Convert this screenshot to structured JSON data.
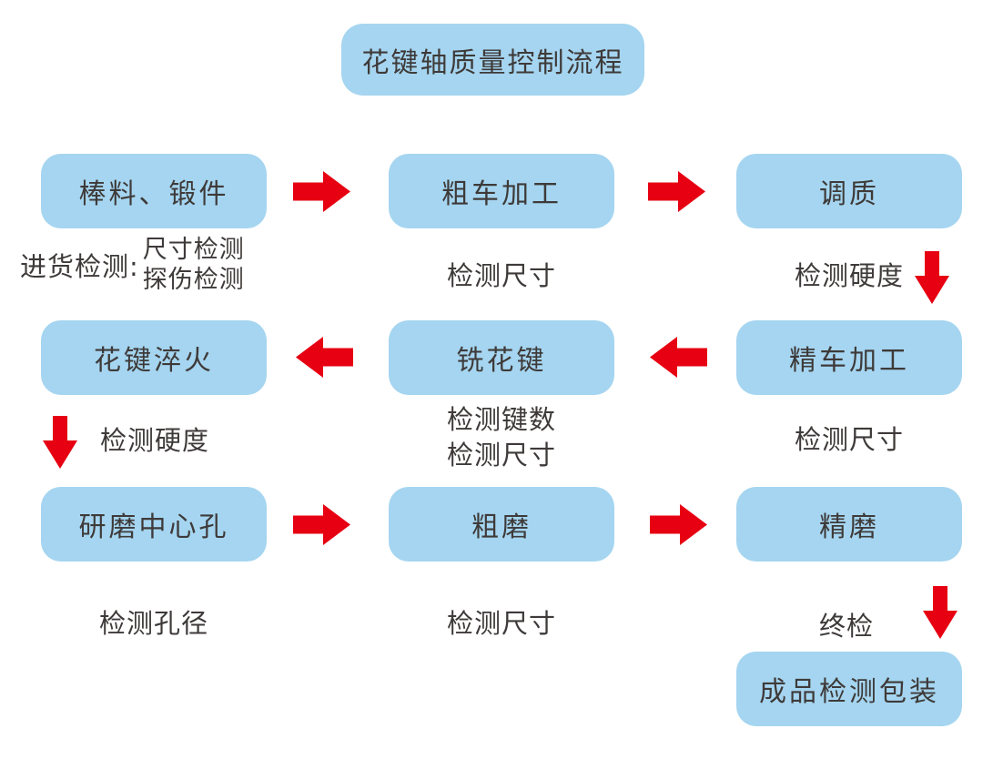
{
  "title": "花键轴质量控制流程",
  "colors": {
    "node_fill": "#A5D5F0",
    "arrow": "#E60012",
    "text": "#3E3A39",
    "bg": "#FFFFFF"
  },
  "nodes": [
    {
      "id": "raw-material",
      "label": "棒料、锻件"
    },
    {
      "id": "rough-turning",
      "label": "粗车加工"
    },
    {
      "id": "quench-temper",
      "label": "调质"
    },
    {
      "id": "spline-quenching",
      "label": "花键淬火"
    },
    {
      "id": "spline-milling",
      "label": "铣花键"
    },
    {
      "id": "fine-turning",
      "label": "精车加工"
    },
    {
      "id": "center-hole-grinding",
      "label": "研磨中心孔"
    },
    {
      "id": "rough-grinding",
      "label": "粗磨"
    },
    {
      "id": "fine-grinding",
      "label": "精磨"
    },
    {
      "id": "final-inspection-packaging",
      "label": "成品检测包装"
    }
  ],
  "inspections": {
    "incoming_prefix": "进货检测:",
    "incoming_line1": "尺寸检测",
    "incoming_line2": "探伤检测",
    "after_rough_turning": "检测尺寸",
    "after_quench_temper": "检测硬度",
    "after_spline_quenching": "检测硬度",
    "after_spline_milling_line1": "检测键数",
    "after_spline_milling_line2": "检测尺寸",
    "after_fine_turning": "检测尺寸",
    "after_center_hole_grinding": "检测孔径",
    "after_rough_grinding": "检测尺寸",
    "final_check": "终检"
  }
}
